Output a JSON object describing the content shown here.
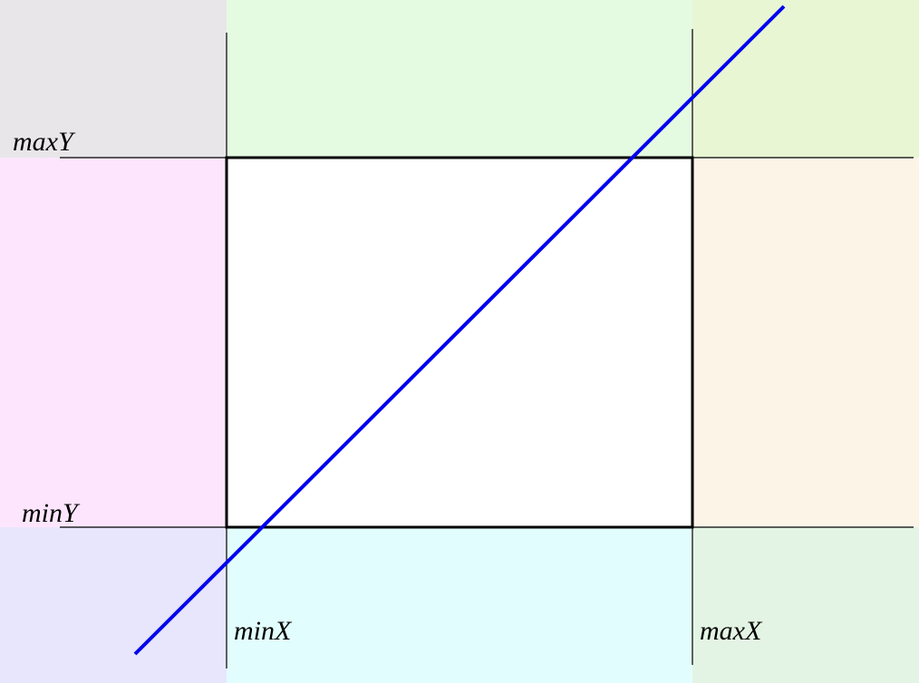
{
  "diagram": {
    "labels": {
      "maxY": "maxY",
      "minY": "minY",
      "minX": "minX",
      "maxX": "maxX"
    },
    "colors": {
      "top_left": "#e9e6ea",
      "top": "#e4fbe2",
      "top_right": "#e8f6d4",
      "left": "#fde6fd",
      "center": "#ffffff",
      "right": "#fdf4e8",
      "bottom_left": "#e7e6fd",
      "bottom": "#e2fdfd",
      "bottom_right": "#e4f4e4",
      "rectangle_border": "#000000",
      "grid_line": "#000000",
      "clip_line": "#0000ee"
    }
  }
}
